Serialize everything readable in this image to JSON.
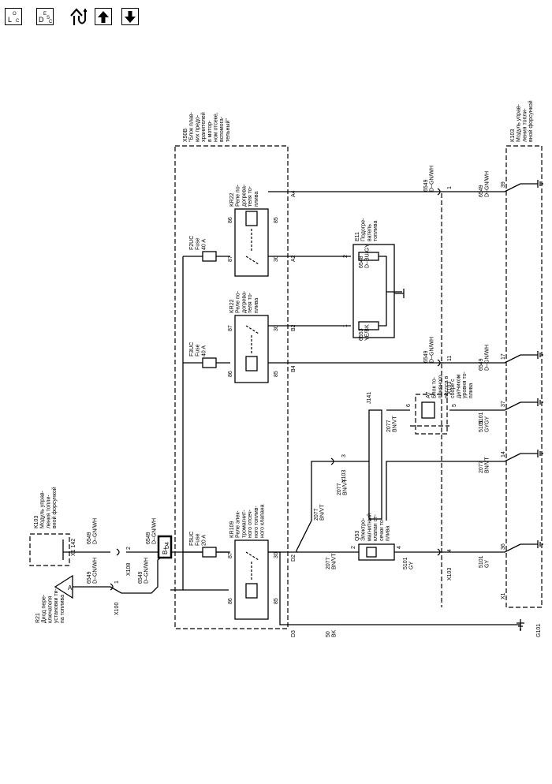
{
  "toolbar": {
    "loc_button": {
      "main": "L",
      "sup": "O",
      "sub": "C"
    },
    "desc_button": {
      "main": "D",
      "sup": "E",
      "mid": "S",
      "sub": "C"
    },
    "icons": [
      "fuel-key-icon",
      "arrow-up-icon",
      "arrow-down-icon"
    ]
  },
  "diagram": {
    "texts": {
      "r21_title": "R21\nДиод пере-\nключателя\nустановки ти-\nпа топлива",
      "r21_a": "A",
      "x100_label": "X100",
      "x100_pin": "1",
      "w_6549_left_top": "6549\nD–GN/WH",
      "w_6549_left_bottom": "6549\nD–GN/WH",
      "k103_left_title": "K103\nМодуль управ-\nления топли-\nвной форсункой",
      "x1_142": "X1  142",
      "w_6549_x108_top": "6549\nD–GN/WH",
      "w_6549_x108_bottom": "6549\nD–GN/WH",
      "x108_label": "X108",
      "x108_pin": "2",
      "d4": "D4",
      "bplus": "B+",
      "x50b_title": "X50B\n\"Блок плав-\nких предо-\nхранителей\nв мотор-\nном отсеке,\nвспомога-\nтельный\"",
      "f5uc": "F5UC\nFuse\n20 A",
      "f3uc": "F3UC\nFuse\n40 A",
      "f2uc": "F2UC\nFuse\n40 A",
      "kr109_title": "KR109\nРеле элек-\nтромагнит-\nного отсеч-\nного топлив-\nного клапана",
      "kr22_mid_title": "KR22\nРеле по-\nдогрева-\nтеля то-\nплива",
      "kr22_top_title": "KR22\nРеле по-\nдогрева-\nтеля то-\nплива",
      "pin_86_a": "86",
      "pin_87_a": "87",
      "pin_85_a": "85",
      "pin_30_a": "30",
      "pin_86_b": "86",
      "pin_87_b": "87",
      "pin_85_b": "85",
      "pin_30_b": "30",
      "pin_86_c": "86",
      "pin_87_c": "87",
      "pin_85_c": "85",
      "pin_30_c": "30",
      "d3": "D3",
      "d2": "D2",
      "b4": "B4",
      "b2": "B2",
      "a2": "A2",
      "a4": "A4",
      "w_50bk": "50\nBK",
      "w_2077_d2": "2077\nBN/VT",
      "w_2077_vert": "2077\nBN/VT",
      "w_2077_x103_3": "2077\nBN/VT",
      "x103_3_label": "X103",
      "x103_3_pin": "3",
      "q53_title": "Q53\nЭлектро-\nмагнитный\nклапан от-\nсечки то-\nплива",
      "q53_pin2": "2",
      "q53_pin4": "4",
      "w_5101_q53": "5101\nGY",
      "x103_4_label": "X103",
      "x103_4_pin": "4",
      "j141": "J141",
      "w_2077_j141": "2077\nBN/VT",
      "a7_title": "A7\nБлок то-\nпливного\nнасоса в\nсборе с\nдатчиком\nуровня то-\nплива",
      "a7_pin6": "6",
      "a7_pin5": "5",
      "w_5101_a7": "5101\nGY",
      "w_6553": "6553\nYE/BK",
      "w_6548": "6548\nD–BU/GY",
      "e11_title": "E11\nПодогре-\nватель\nтоплива",
      "e11_pin1": "1",
      "e11_pin2": "2",
      "w_6549_b4": "6549\nD–GN/WH",
      "w_6549_a4": "6549\nD–GN/WH",
      "x103_11_label": "X103",
      "x103_11_pin": "11",
      "x103_1_pin": "1",
      "w_6549_r_17": "6549\nD–GN/WH",
      "w_6549_r_39": "6549\nD–GN/WH",
      "w_5101_r_37": "5101\nGY",
      "w_2077_r_14": "2077\nBN/VT",
      "w_5101_r_36": "5101\nGY",
      "r_pin_39": "39",
      "r_pin_17": "17",
      "r_pin_37": "37",
      "r_pin_14": "14",
      "r_pin_36": "36",
      "x1_right": "X1",
      "k103_right_title": "K103\nМодуль управ-\nления топли-\nвной форсункой",
      "g101": "G101"
    }
  }
}
